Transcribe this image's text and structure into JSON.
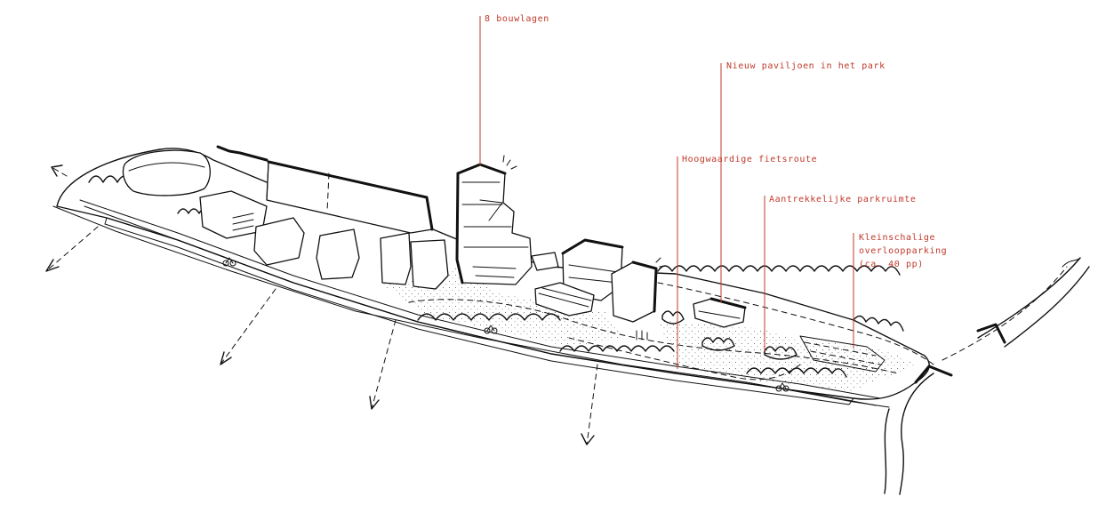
{
  "colors": {
    "annotation": "#c0392b",
    "ink": "#111111",
    "background": "#ffffff"
  },
  "annotations": [
    {
      "id": "floors",
      "text": "8 bouwlagen"
    },
    {
      "id": "pavilion",
      "text": "Nieuw paviljoen in het park"
    },
    {
      "id": "bikeroute",
      "text": "Hoogwaardige fietsroute"
    },
    {
      "id": "parkspace",
      "text": "Aantrekkelijke parkruimte"
    },
    {
      "id": "parking",
      "text": "Kleinschalige\noverloopparking\n(ca. 40 pp)"
    }
  ]
}
